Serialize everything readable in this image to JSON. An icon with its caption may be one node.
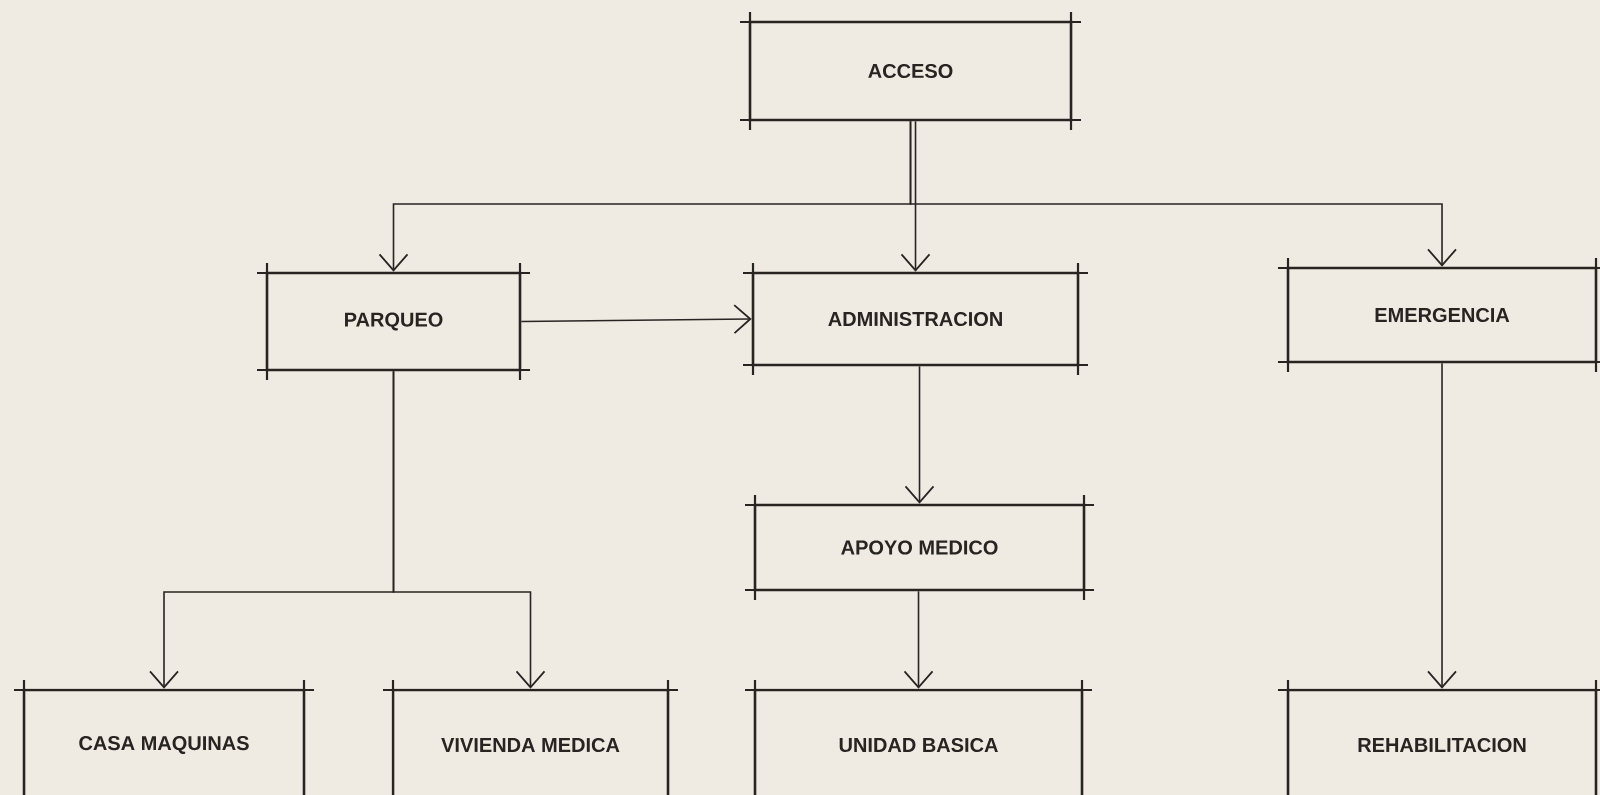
{
  "diagram": {
    "nodes": [
      {
        "text": [
          "ACCESO"
        ]
      },
      {
        "text": [
          "PARQUEO"
        ]
      },
      {
        "text": [
          "ADMINISTRACION"
        ]
      },
      {
        "text": [
          "EMERGENCIA"
        ]
      },
      {
        "text": [
          "APOYO MEDICO"
        ]
      },
      {
        "text": [
          "CASA MAQUINAS"
        ]
      },
      {
        "text": [
          "VIVIENDA MEDICA"
        ]
      },
      {
        "text": [
          "UNIDAD BASICA"
        ]
      },
      {
        "text": [
          "REHABILITACION"
        ]
      }
    ],
    "edges": [
      {
        "from": 0,
        "to": 1,
        "arrow": "to"
      },
      {
        "from": 0,
        "to": 2,
        "arrow": "to"
      },
      {
        "from": 0,
        "to": 3,
        "arrow": "to"
      },
      {
        "from": 1,
        "to": 2,
        "arrow": "to"
      },
      {
        "from": 2,
        "to": 4,
        "arrow": "to"
      },
      {
        "from": 1,
        "to": 5,
        "arrow": "to"
      },
      {
        "from": 1,
        "to": 6,
        "arrow": "to"
      },
      {
        "from": 4,
        "to": 7,
        "arrow": "to"
      },
      {
        "from": 3,
        "to": 8,
        "arrow": "to"
      }
    ]
  }
}
